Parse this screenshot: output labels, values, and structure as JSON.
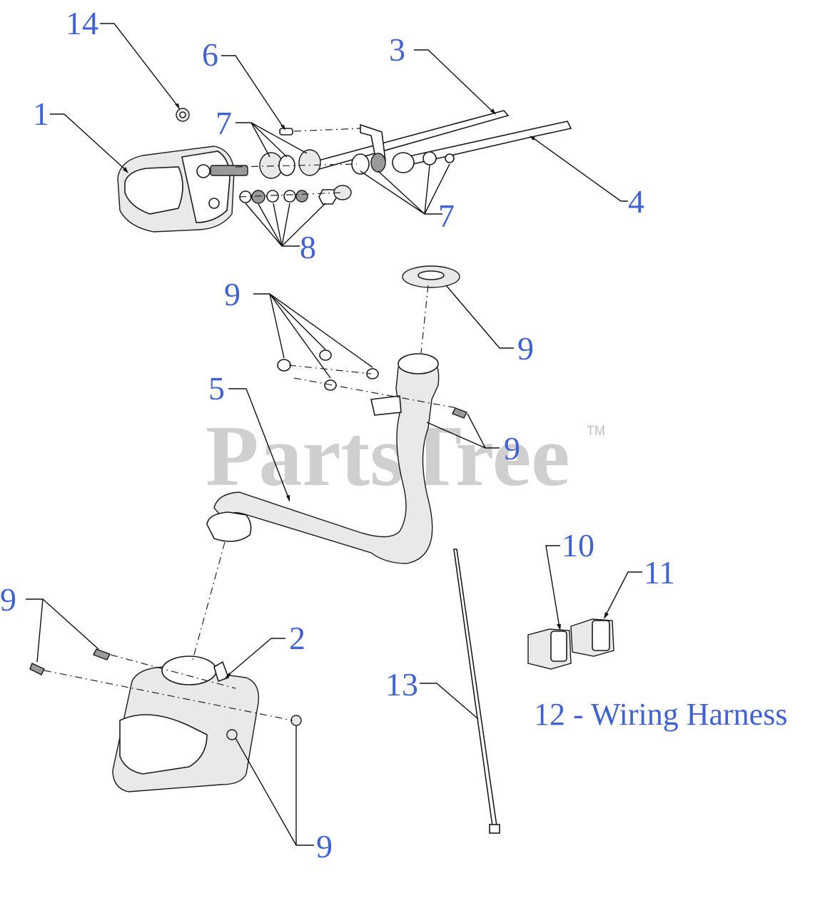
{
  "watermark": {
    "text": "PartsTree",
    "tm": "TM"
  },
  "callouts": {
    "c1": "1",
    "c2": "2",
    "c3": "3",
    "c4": "4",
    "c5": "5",
    "c6": "6",
    "c7a": "7",
    "c7b": "7",
    "c8": "8",
    "c9a": "9",
    "c9b": "9",
    "c9c": "9",
    "c9d": "9",
    "c9e": "9",
    "c10": "10",
    "c11": "11",
    "c13": "13",
    "c14": "14"
  },
  "note": "12 - Wiring Harness",
  "colors": {
    "label": "#3f63d6",
    "watermark": "#cfcfcf",
    "line": "#111111"
  }
}
